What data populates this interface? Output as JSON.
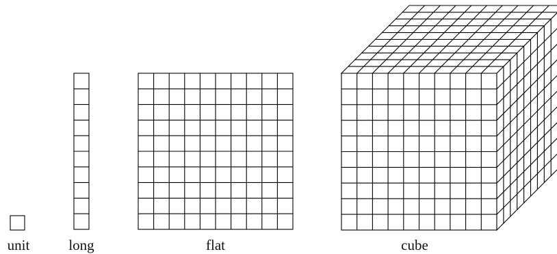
{
  "labels": {
    "unit": "unit",
    "long": "long",
    "flat": "flat",
    "cube": "cube"
  },
  "blocks": {
    "unit": {
      "cubes_per_side": 1,
      "shape": "single square"
    },
    "long": {
      "rows": 10,
      "columns": 1
    },
    "flat": {
      "rows": 10,
      "columns": 10
    },
    "cube": {
      "rows": 10,
      "columns": 10,
      "depth": 10
    }
  },
  "colors": {
    "line": "#000000",
    "background": "#ffffff",
    "label": "#111111"
  }
}
